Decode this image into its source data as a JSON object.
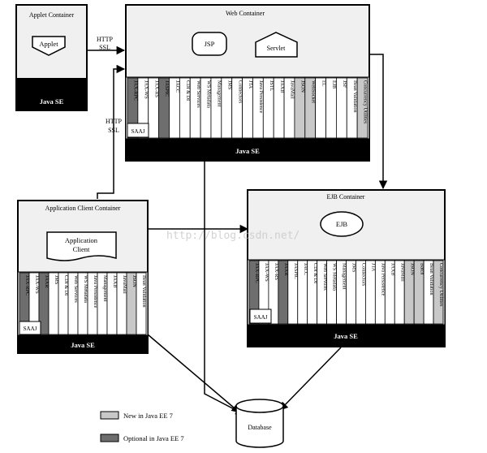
{
  "applet": {
    "container_label": "Applet Container",
    "component": "Applet",
    "platform": "Java SE"
  },
  "web": {
    "container_label": "Web Container",
    "components": [
      "JSP",
      "Servlet"
    ],
    "apis": [
      {
        "label": "JAX-RPC",
        "shade": "optional"
      },
      {
        "label": "JAX-WS",
        "shade": "none"
      },
      {
        "label": "JAX-RS",
        "shade": "none"
      },
      {
        "label": "JASPIC",
        "shade": "optional"
      },
      {
        "label": "JACC",
        "shade": "none"
      },
      {
        "label": "CDI & DI",
        "shade": "none"
      },
      {
        "label": "Web Services",
        "shade": "none"
      },
      {
        "label": "WS Metadata",
        "shade": "none"
      },
      {
        "label": "Management",
        "shade": "none"
      },
      {
        "label": "JMS",
        "shade": "none"
      },
      {
        "label": "Connectors",
        "shade": "none"
      },
      {
        "label": "JTA",
        "shade": "none"
      },
      {
        "label": "Java Persistence",
        "shade": "none"
      },
      {
        "label": "JSTL",
        "shade": "none"
      },
      {
        "label": "JAXB",
        "shade": "none"
      },
      {
        "label": "JavaMail",
        "shade": "none"
      },
      {
        "label": "JSON",
        "shade": "new"
      },
      {
        "label": "WebSocket",
        "shade": "new"
      },
      {
        "label": "EL",
        "shade": "none"
      },
      {
        "label": "EJB",
        "shade": "none"
      },
      {
        "label": "JSF",
        "shade": "none"
      },
      {
        "label": "Bean Validation",
        "shade": "none"
      },
      {
        "label": "Concurrency Utilities",
        "shade": "new"
      }
    ],
    "saaj": "SAAJ",
    "platform": "Java SE"
  },
  "ejb": {
    "container_label": "EJB Container",
    "component": "EJB",
    "apis": [
      {
        "label": "JAX-RPC",
        "shade": "optional"
      },
      {
        "label": "JAX-WS",
        "shade": "none"
      },
      {
        "label": "JAX-RS",
        "shade": "none"
      },
      {
        "label": "JAXR",
        "shade": "optional"
      },
      {
        "label": "JASPIC",
        "shade": "none"
      },
      {
        "label": "JACC",
        "shade": "none"
      },
      {
        "label": "CDI & DI",
        "shade": "none"
      },
      {
        "label": "Web Services",
        "shade": "none"
      },
      {
        "label": "WS Metadata",
        "shade": "none"
      },
      {
        "label": "Management",
        "shade": "none"
      },
      {
        "label": "JMS",
        "shade": "none"
      },
      {
        "label": "Connectors",
        "shade": "none"
      },
      {
        "label": "JTA",
        "shade": "none"
      },
      {
        "label": "Java Persistence",
        "shade": "none"
      },
      {
        "label": "JAXB",
        "shade": "none"
      },
      {
        "label": "JavaMail",
        "shade": "none"
      },
      {
        "label": "JSON",
        "shade": "new"
      },
      {
        "label": "Batch",
        "shade": "new"
      },
      {
        "label": "Bean Validation",
        "shade": "none"
      },
      {
        "label": "Concurrency Utilities",
        "shade": "new"
      }
    ],
    "saaj": "SAAJ",
    "platform": "Java SE"
  },
  "appclient": {
    "container_label": "Application Client Container",
    "component_line1": "Application",
    "component_line2": "Client",
    "apis": [
      {
        "label": "JAX-RPC",
        "shade": "optional"
      },
      {
        "label": "JAX-WS",
        "shade": "none"
      },
      {
        "label": "JAXR",
        "shade": "optional"
      },
      {
        "label": "JMS",
        "shade": "none"
      },
      {
        "label": "CDI & DI",
        "shade": "none"
      },
      {
        "label": "Web Services",
        "shade": "none"
      },
      {
        "label": "WS Metadata",
        "shade": "none"
      },
      {
        "label": "Java Persistence",
        "shade": "none"
      },
      {
        "label": "Management",
        "shade": "none"
      },
      {
        "label": "JAXB",
        "shade": "none"
      },
      {
        "label": "JavaMail",
        "shade": "none"
      },
      {
        "label": "JSON",
        "shade": "new"
      },
      {
        "label": "Bean Validation",
        "shade": "none"
      }
    ],
    "saaj": "SAAJ",
    "platform": "Java SE"
  },
  "protocols": {
    "applet_web_1": "HTTP",
    "applet_web_2": "SSL",
    "client_web_1": "HTTP",
    "client_web_2": "SSL"
  },
  "database": "Database",
  "legend": {
    "new": "New in Java EE 7",
    "optional": "Optional in Java EE 7"
  },
  "watermark": "http://blog.csdn.net/",
  "colors": {
    "platform_bar": "#000000",
    "new_shade": "#c8c8c8",
    "optional_shade": "#6e6e6e",
    "container_fill": "#f0f0f0",
    "watermark": "#c8c8c8"
  }
}
